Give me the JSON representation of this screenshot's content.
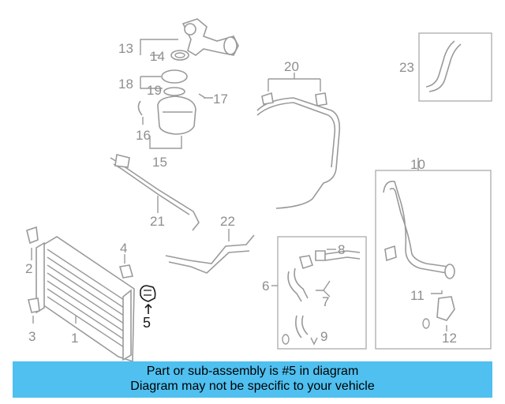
{
  "callouts": {
    "c1": "1",
    "c2": "2",
    "c3": "3",
    "c4": "4",
    "c5": "5",
    "c6": "6",
    "c7": "7",
    "c8": "8",
    "c9": "9",
    "c10": "10",
    "c11": "11",
    "c12": "12",
    "c13": "13",
    "c14": "14",
    "c15": "15",
    "c16": "16",
    "c17": "17",
    "c18": "18",
    "c19": "19",
    "c20": "20",
    "c21": "21",
    "c22": "22",
    "c23": "23"
  },
  "highlight_part": "5",
  "banner": {
    "line1": "Part or sub-assembly is #5 in diagram",
    "line2": "Diagram may not be specific to your vehicle"
  },
  "colors": {
    "banner_bg": "#4fc0f0",
    "linework": "#9a9a9a",
    "highlight": "#1a1a1a"
  }
}
